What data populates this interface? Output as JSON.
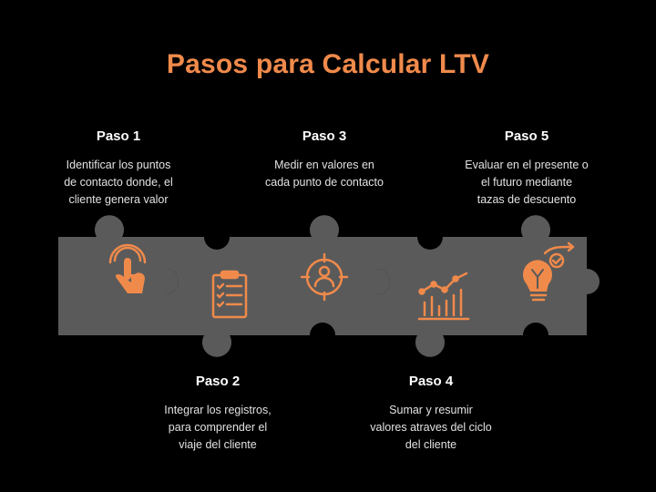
{
  "title": "Pasos para Calcular LTV",
  "colors": {
    "accent": "#f08a4b",
    "piece": "#5a5a5a",
    "background": "#000000"
  },
  "steps": [
    {
      "head": "Paso 1",
      "desc_lines": [
        "Identificar los puntos",
        "de contacto donde, el",
        "cliente genera valor"
      ],
      "icon": "tap-hand-icon"
    },
    {
      "head": "Paso 2",
      "desc_lines": [
        "Integrar los registros,",
        "para comprender el",
        "viaje del cliente"
      ],
      "icon": "clipboard-checklist-icon"
    },
    {
      "head": "Paso 3",
      "desc_lines": [
        "Medir en valores en",
        "cada punto de contacto"
      ],
      "icon": "target-person-icon"
    },
    {
      "head": "Paso 4",
      "desc_lines": [
        "Sumar y resumir",
        "valores atraves del ciclo",
        "del cliente"
      ],
      "icon": "bar-line-chart-icon"
    },
    {
      "head": "Paso 5",
      "desc_lines": [
        "Evaluar en el presente o",
        "el futuro mediante",
        "tazas de descuento"
      ],
      "icon": "lightbulb-growth-icon"
    }
  ]
}
